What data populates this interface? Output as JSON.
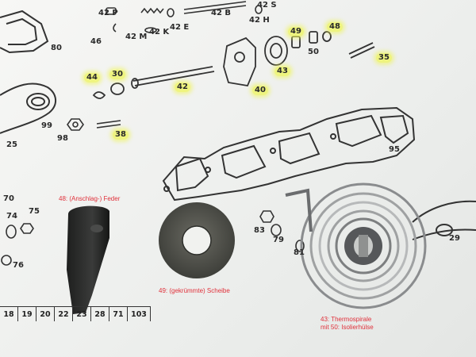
{
  "diagram": {
    "part_numbers": {
      "n42p": "42 P",
      "n42b": "42 B",
      "n42s": "42 S",
      "n42h": "42 H",
      "n42m": "42 M",
      "n42k": "42 K",
      "n42e": "42 E",
      "n46": "46",
      "n80": "80",
      "n49": "49",
      "n48": "48",
      "n50": "50",
      "n35": "35",
      "n44": "44",
      "n30": "30",
      "n42": "42",
      "n43": "43",
      "n40": "40",
      "n99": "99",
      "n98": "98",
      "n38": "38",
      "n25": "25",
      "n95": "95",
      "n70": "70",
      "n74": "74",
      "n75": "75",
      "n76": "76",
      "n83": "83",
      "n79": "79",
      "n81": "81",
      "n29": "29"
    },
    "captions": {
      "spring": "48: (Anschlag-) Feder",
      "washer": "49: (gekrümmte) Scheibe",
      "spiral_line1": "43: Thermospirale",
      "spiral_line2": "mit 50: Isolierhülse"
    },
    "bottom_table": [
      "18",
      "19",
      "20",
      "22",
      "23",
      "28",
      "71",
      "103"
    ],
    "colors": {
      "caption_red": "#e0303a",
      "highlight_yellow": "#eef45a",
      "ink": "#2a2a2a"
    }
  }
}
